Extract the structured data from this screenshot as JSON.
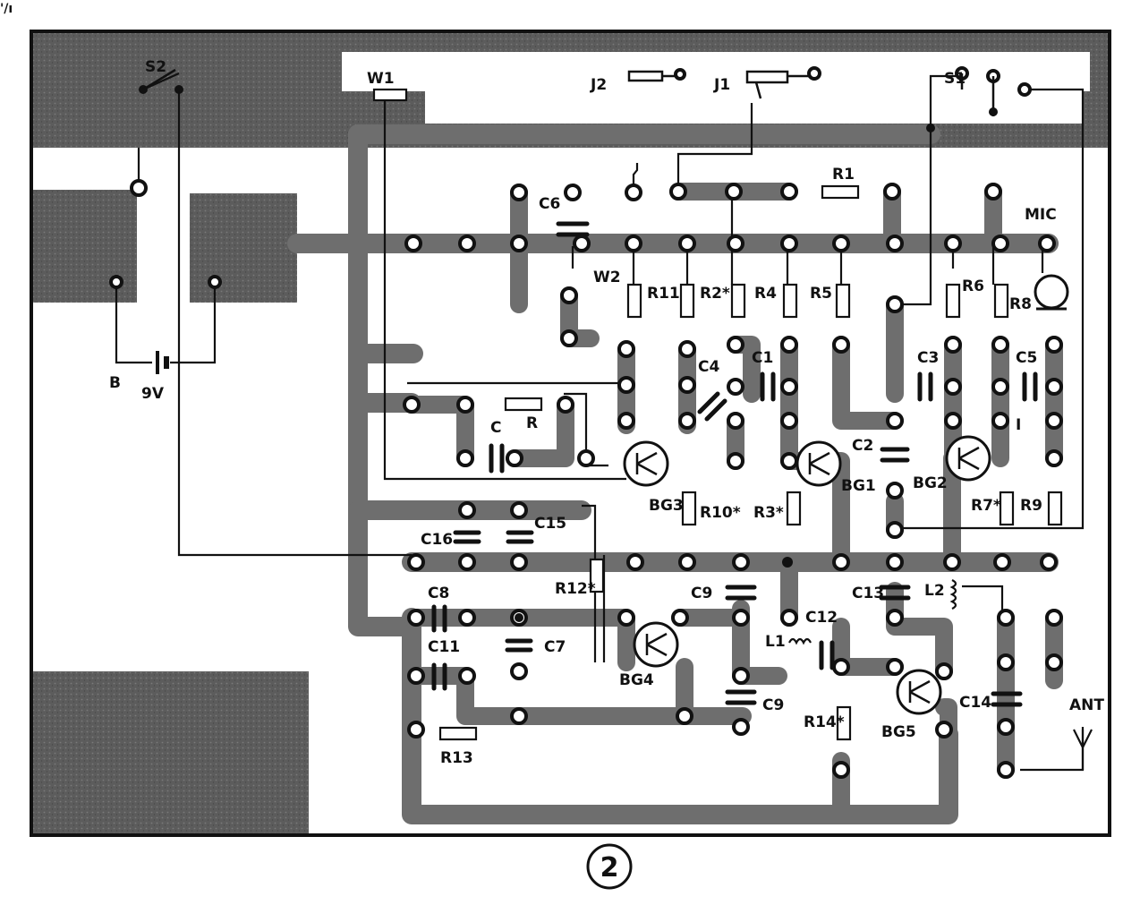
{
  "figure": {
    "number": "2",
    "corner_mark": "'/ı"
  },
  "labels": {
    "S2": "S2",
    "W1": "W1",
    "J2": "J2",
    "J1": "J1",
    "S1": "S1",
    "MIC": "MIC",
    "B": "B",
    "9V": "9V",
    "C6": "C6",
    "W2": "W2",
    "R11": "R11",
    "R2": "R2*",
    "R4": "R4",
    "R5": "R5",
    "R6": "R6",
    "R8": "R8",
    "R1": "R1",
    "C4": "C4",
    "C1": "C1",
    "C3": "C3",
    "C5": "C5",
    "C": "C",
    "R": "R",
    "C2": "C2",
    "I": "I",
    "BG3": "BG3",
    "BG1": "BG1",
    "BG2": "BG2",
    "R10": "R10*",
    "R3": "R3*",
    "R7": "R7*",
    "R9": "R9",
    "C16": "C16",
    "C15": "C15",
    "R12": "R12*",
    "C8": "C8",
    "C9a": "C9",
    "C13": "C13",
    "L2": "L2",
    "C7": "C7",
    "C11": "C11",
    "C12": "C12",
    "L1": "L1",
    "BG4": "BG4",
    "C9b": "C9",
    "R14": "R14*",
    "BG5": "BG5",
    "C14": "C14",
    "ANT": "ANT",
    "R13": "R13"
  },
  "colors": {
    "board": "#ffffff",
    "copper": "#6e6e6e",
    "ground_plane": "#5f5f5f",
    "ink": "#111111"
  }
}
